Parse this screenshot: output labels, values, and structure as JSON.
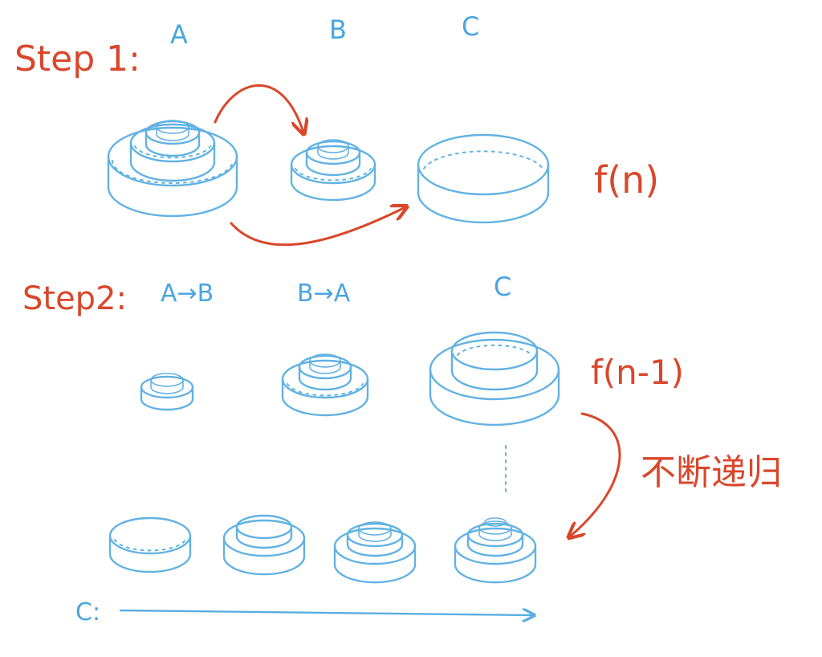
{
  "step1": {
    "label": "Step 1:",
    "pegs": [
      "A",
      "B",
      "C"
    ],
    "func": "f(n)"
  },
  "step2": {
    "label": "Step2:",
    "pegs": [
      "A→B",
      "B→A",
      "C"
    ],
    "func": "f(n-1)"
  },
  "recursion_note": "不断递归",
  "final_label": "C:",
  "colors": {
    "red": "#d9472b",
    "blue": "#4aa6dd"
  }
}
